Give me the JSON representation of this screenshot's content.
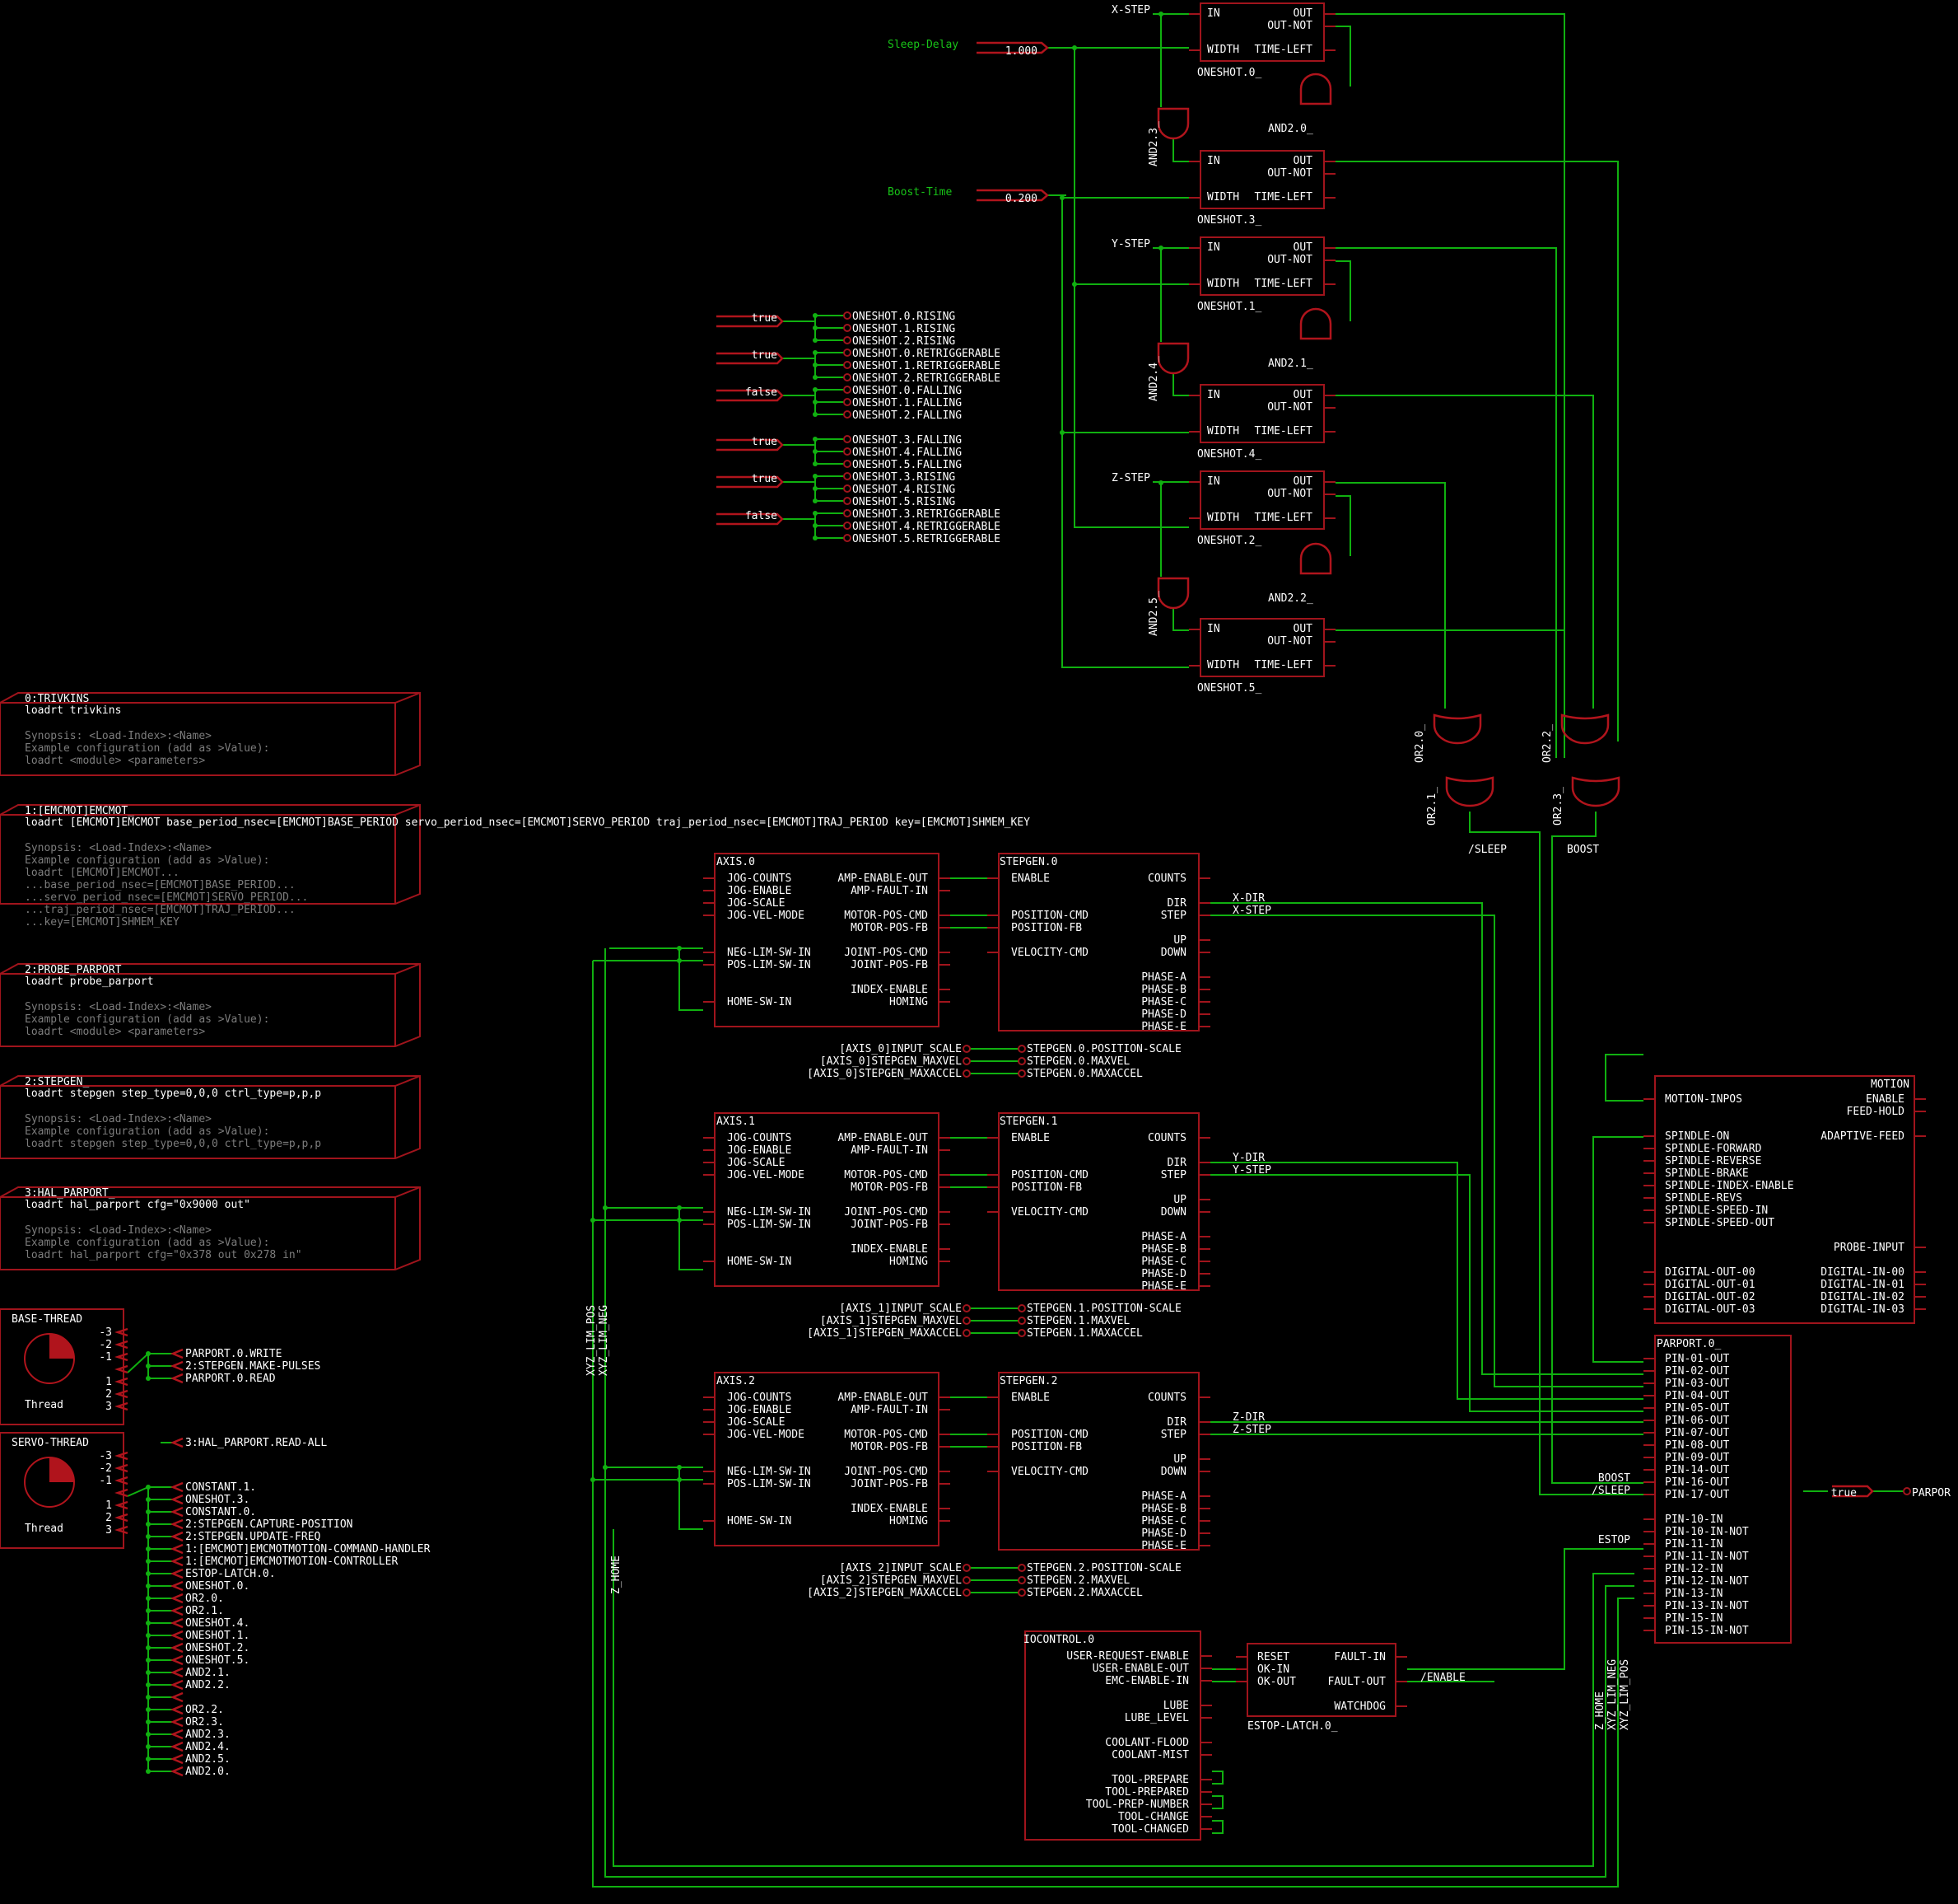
{
  "colors": {
    "background": "#000000",
    "component": "#a0141c",
    "wire": "#10b010",
    "text": "#ffffff",
    "signal": "#18c418",
    "comment": "#7c7c7c"
  },
  "oneshots": [
    {
      "name": "ONESHOT.0_",
      "in_signal": "X-STEP"
    },
    {
      "name": "ONESHOT.3_",
      "in_signal": ""
    },
    {
      "name": "ONESHOT.1_",
      "in_signal": "Y-STEP"
    },
    {
      "name": "ONESHOT.4_",
      "in_signal": ""
    },
    {
      "name": "ONESHOT.2_",
      "in_signal": "Z-STEP"
    },
    {
      "name": "ONESHOT.5_",
      "in_signal": ""
    }
  ],
  "oneshot_pins": {
    "in": "IN",
    "out": "OUT",
    "out_not": "OUT-NOT",
    "width": "WIDTH",
    "time_left": "TIME-LEFT"
  },
  "and_gates": [
    "AND2.0_",
    "AND2.1_",
    "AND2.2_",
    "AND2.3_",
    "AND2.4_",
    "AND2.5_"
  ],
  "or_gates": [
    "OR2.0_",
    "OR2.1_",
    "OR2.2_",
    "OR2.3_"
  ],
  "or_outputs": [
    "/SLEEP",
    "BOOST"
  ],
  "params": [
    {
      "label": "Sleep-Delay",
      "value": "1.000"
    },
    {
      "label": "Boost-Time",
      "value": "0.200"
    }
  ],
  "param_groups": [
    {
      "value": "true",
      "targets": [
        "ONESHOT.0.RISING",
        "ONESHOT.1.RISING",
        "ONESHOT.2.RISING"
      ]
    },
    {
      "value": "true",
      "targets": [
        "ONESHOT.0.RETRIGGERABLE",
        "ONESHOT.1.RETRIGGERABLE",
        "ONESHOT.2.RETRIGGERABLE"
      ]
    },
    {
      "value": "false",
      "targets": [
        "ONESHOT.0.FALLING",
        "ONESHOT.1.FALLING",
        "ONESHOT.2.FALLING"
      ]
    },
    {
      "value": "true",
      "targets": [
        "ONESHOT.3.FALLING",
        "ONESHOT.4.FALLING",
        "ONESHOT.5.FALLING"
      ]
    },
    {
      "value": "true",
      "targets": [
        "ONESHOT.3.RISING",
        "ONESHOT.4.RISING",
        "ONESHOT.5.RISING"
      ]
    },
    {
      "value": "false",
      "targets": [
        "ONESHOT.3.RETRIGGERABLE",
        "ONESHOT.4.RETRIGGERABLE",
        "ONESHOT.5.RETRIGGERABLE"
      ]
    }
  ],
  "modules": [
    {
      "title": "0:TRIVKINS",
      "cmd": "loadrt trivkins",
      "comment": [
        "Synopsis: <Load-Index>:<Name>",
        "Example configuration (add as >Value):",
        "loadrt <module> <parameters>"
      ]
    },
    {
      "title": "1:[EMCMOT]EMCMOT_",
      "cmd": "loadrt [EMCMOT]EMCMOT base_period_nsec=[EMCMOT]BASE_PERIOD servo_period_nsec=[EMCMOT]SERVO_PERIOD traj_period_nsec=[EMCMOT]TRAJ_PERIOD key=[EMCMOT]SHMEM_KEY",
      "comment": [
        "Synopsis: <Load-Index>:<Name>",
        "Example configuration (add as >Value):",
        "loadrt [EMCMOT]EMCMOT...",
        "...base_period_nsec=[EMCMOT]BASE_PERIOD...",
        "...servo_period_nsec=[EMCMOT]SERVO_PERIOD...",
        "...traj_period_nsec=[EMCMOT]TRAJ_PERIOD...",
        "...key=[EMCMOT]SHMEM_KEY"
      ]
    },
    {
      "title": "2:PROBE_PARPORT",
      "cmd": "loadrt probe_parport",
      "comment": [
        "Synopsis: <Load-Index>:<Name>",
        "Example configuration (add as >Value):",
        "loadrt <module> <parameters>"
      ]
    },
    {
      "title": "2:STEPGEN_",
      "cmd": "loadrt stepgen step_type=0,0,0 ctrl_type=p,p,p",
      "comment": [
        "Synopsis: <Load-Index>:<Name>",
        "Example configuration (add as >Value):",
        "loadrt stepgen step_type=0,0,0 ctrl_type=p,p,p"
      ]
    },
    {
      "title": "3:HAL_PARPORT_",
      "cmd": "loadrt hal_parport cfg=\"0x9000 out\"",
      "comment": [
        "Synopsis: <Load-Index>:<Name>",
        "Example configuration (add as >Value):",
        "loadrt hal_parport cfg=\"0x378 out 0x278 in\""
      ]
    }
  ],
  "threads": [
    {
      "title": "BASE-THREAD",
      "caption": "Thread",
      "slots": [
        "-3",
        "-2",
        "-1",
        "",
        "1",
        "2",
        "3"
      ],
      "functions": [
        "PARPORT.0.WRITE",
        "2:STEPGEN.MAKE-PULSES",
        "PARPORT.0.READ"
      ]
    },
    {
      "title": "SERVO-THREAD",
      "caption": "Thread",
      "slots": [
        "-3",
        "-2",
        "-1",
        "",
        "1",
        "2",
        "3"
      ],
      "functions": [
        "CONSTANT.1.",
        "ONESHOT.3.",
        "CONSTANT.0.",
        "2:STEPGEN.CAPTURE-POSITION",
        "2:STEPGEN.UPDATE-FREQ",
        "1:[EMCMOT]EMCMOTMOTION-COMMAND-HANDLER",
        "1:[EMCMOT]EMCMOTMOTION-CONTROLLER",
        "ESTOP-LATCH.0.",
        "ONESHOT.0.",
        "OR2.0.",
        "OR2.1.",
        "ONESHOT.4.",
        "ONESHOT.1.",
        "ONESHOT.2.",
        "ONESHOT.5.",
        "AND2.1.",
        "AND2.2.",
        "",
        "OR2.2.",
        "OR2.3.",
        "AND2.3.",
        "AND2.4.",
        "AND2.5.",
        "AND2.0."
      ]
    }
  ],
  "hal_readall": "3:HAL_PARPORT.READ-ALL",
  "axes": [
    {
      "title": "AXIS.0",
      "stepgen": "STEPGEN.0",
      "dir": "X-DIR",
      "step": "X-STEP",
      "param_src": [
        "[AXIS_0]INPUT_SCALE",
        "[AXIS_0]STEPGEN_MAXVEL",
        "[AXIS_0]STEPGEN_MAXACCEL"
      ],
      "param_dst": [
        "STEPGEN.0.POSITION-SCALE",
        "STEPGEN.0.MAXVEL",
        "STEPGEN.0.MAXACCEL"
      ]
    },
    {
      "title": "AXIS.1",
      "stepgen": "STEPGEN.1",
      "dir": "Y-DIR",
      "step": "Y-STEP",
      "param_src": [
        "[AXIS_1]INPUT_SCALE",
        "[AXIS_1]STEPGEN_MAXVEL",
        "[AXIS_1]STEPGEN_MAXACCEL"
      ],
      "param_dst": [
        "STEPGEN.1.POSITION-SCALE",
        "STEPGEN.1.MAXVEL",
        "STEPGEN.1.MAXACCEL"
      ]
    },
    {
      "title": "AXIS.2",
      "stepgen": "STEPGEN.2",
      "dir": "Z-DIR",
      "step": "Z-STEP",
      "param_src": [
        "[AXIS_2]INPUT_SCALE",
        "[AXIS_2]STEPGEN_MAXVEL",
        "[AXIS_2]STEPGEN_MAXACCEL"
      ],
      "param_dst": [
        "STEPGEN.2.POSITION-SCALE",
        "STEPGEN.2.MAXVEL",
        "STEPGEN.2.MAXACCEL"
      ]
    }
  ],
  "axis_pins": {
    "left": [
      "JOG-COUNTS",
      "JOG-ENABLE",
      "JOG-SCALE",
      "JOG-VEL-MODE",
      "",
      "",
      "NEG-LIM-SW-IN",
      "POS-LIM-SW-IN",
      "",
      "",
      "HOME-SW-IN"
    ],
    "right": [
      "AMP-ENABLE-OUT",
      "AMP-FAULT-IN",
      "",
      "MOTOR-POS-CMD",
      "MOTOR-POS-FB",
      "",
      "JOINT-POS-CMD",
      "JOINT-POS-FB",
      "",
      "INDEX-ENABLE",
      "HOMING"
    ]
  },
  "stepgen_pins": {
    "left": [
      "ENABLE",
      "",
      "",
      "POSITION-CMD",
      "POSITION-FB",
      "",
      "VELOCITY-CMD"
    ],
    "right": [
      "COUNTS",
      "",
      "DIR",
      "STEP",
      "",
      "UP",
      "DOWN",
      "",
      "PHASE-A",
      "PHASE-B",
      "PHASE-C",
      "PHASE-D",
      "PHASE-E"
    ]
  },
  "bus_labels": [
    "XYZ_LIM_POS",
    "XYZ_LIM_NEG",
    "Z_HOME"
  ],
  "bus_labels_right": [
    "Z_HOME",
    "XYZ_LIM_NEG",
    "XYZ_LIM_POS"
  ],
  "motion": {
    "title": "MOTION",
    "left": [
      "MOTION-INPOS",
      "",
      "",
      "SPINDLE-ON",
      "SPINDLE-FORWARD",
      "SPINDLE-REVERSE",
      "SPINDLE-BRAKE",
      "SPINDLE-INDEX-ENABLE",
      "SPINDLE-REVS",
      "SPINDLE-SPEED-IN",
      "SPINDLE-SPEED-OUT",
      "",
      "",
      "",
      "DIGITAL-OUT-00",
      "DIGITAL-OUT-01",
      "DIGITAL-OUT-02",
      "DIGITAL-OUT-03"
    ],
    "right": [
      "ENABLE",
      "FEED-HOLD",
      "",
      "ADAPTIVE-FEED",
      "",
      "",
      "",
      "",
      "",
      "",
      "",
      "",
      "PROBE-INPUT",
      "",
      "DIGITAL-IN-00",
      "DIGITAL-IN-01",
      "DIGITAL-IN-02",
      "DIGITAL-IN-03"
    ]
  },
  "parport": {
    "title": "PARPORT.0_",
    "pins": [
      "PIN-01-OUT",
      "PIN-02-OUT",
      "PIN-03-OUT",
      "PIN-04-OUT",
      "PIN-05-OUT",
      "PIN-06-OUT",
      "PIN-07-OUT",
      "PIN-08-OUT",
      "PIN-09-OUT",
      "PIN-14-OUT",
      "PIN-16-OUT",
      "PIN-17-OUT",
      "",
      "PIN-10-IN",
      "PIN-10-IN-NOT",
      "PIN-11-IN",
      "PIN-11-IN-NOT",
      "PIN-12-IN",
      "PIN-12-IN-NOT",
      "PIN-13-IN",
      "PIN-13-IN-NOT",
      "PIN-15-IN",
      "PIN-15-IN-NOT"
    ],
    "left_signals": {
      "boost": "BOOST",
      "sleep": "/SLEEP",
      "estop": "ESTOP"
    },
    "right_param": {
      "value": "true",
      "target": "PARPOR"
    }
  },
  "iocontrol": {
    "title": "IOCONTROL.0",
    "pins": [
      "USER-REQUEST-ENABLE",
      "USER-ENABLE-OUT",
      "EMC-ENABLE-IN",
      "",
      "LUBE",
      "LUBE_LEVEL",
      "",
      "COOLANT-FLOOD",
      "COOLANT-MIST",
      "",
      "TOOL-PREPARE",
      "TOOL-PREPARED",
      "TOOL-PREP-NUMBER",
      "TOOL-CHANGE",
      "TOOL-CHANGED"
    ]
  },
  "estop": {
    "title": "ESTOP-LATCH.0_",
    "left": [
      "RESET",
      "OK-IN",
      "OK-OUT",
      "",
      "",
      ""
    ],
    "right": [
      "FAULT-IN",
      "",
      "FAULT-OUT",
      "",
      "WATCHDOG"
    ],
    "out_signal": "/ENABLE"
  }
}
